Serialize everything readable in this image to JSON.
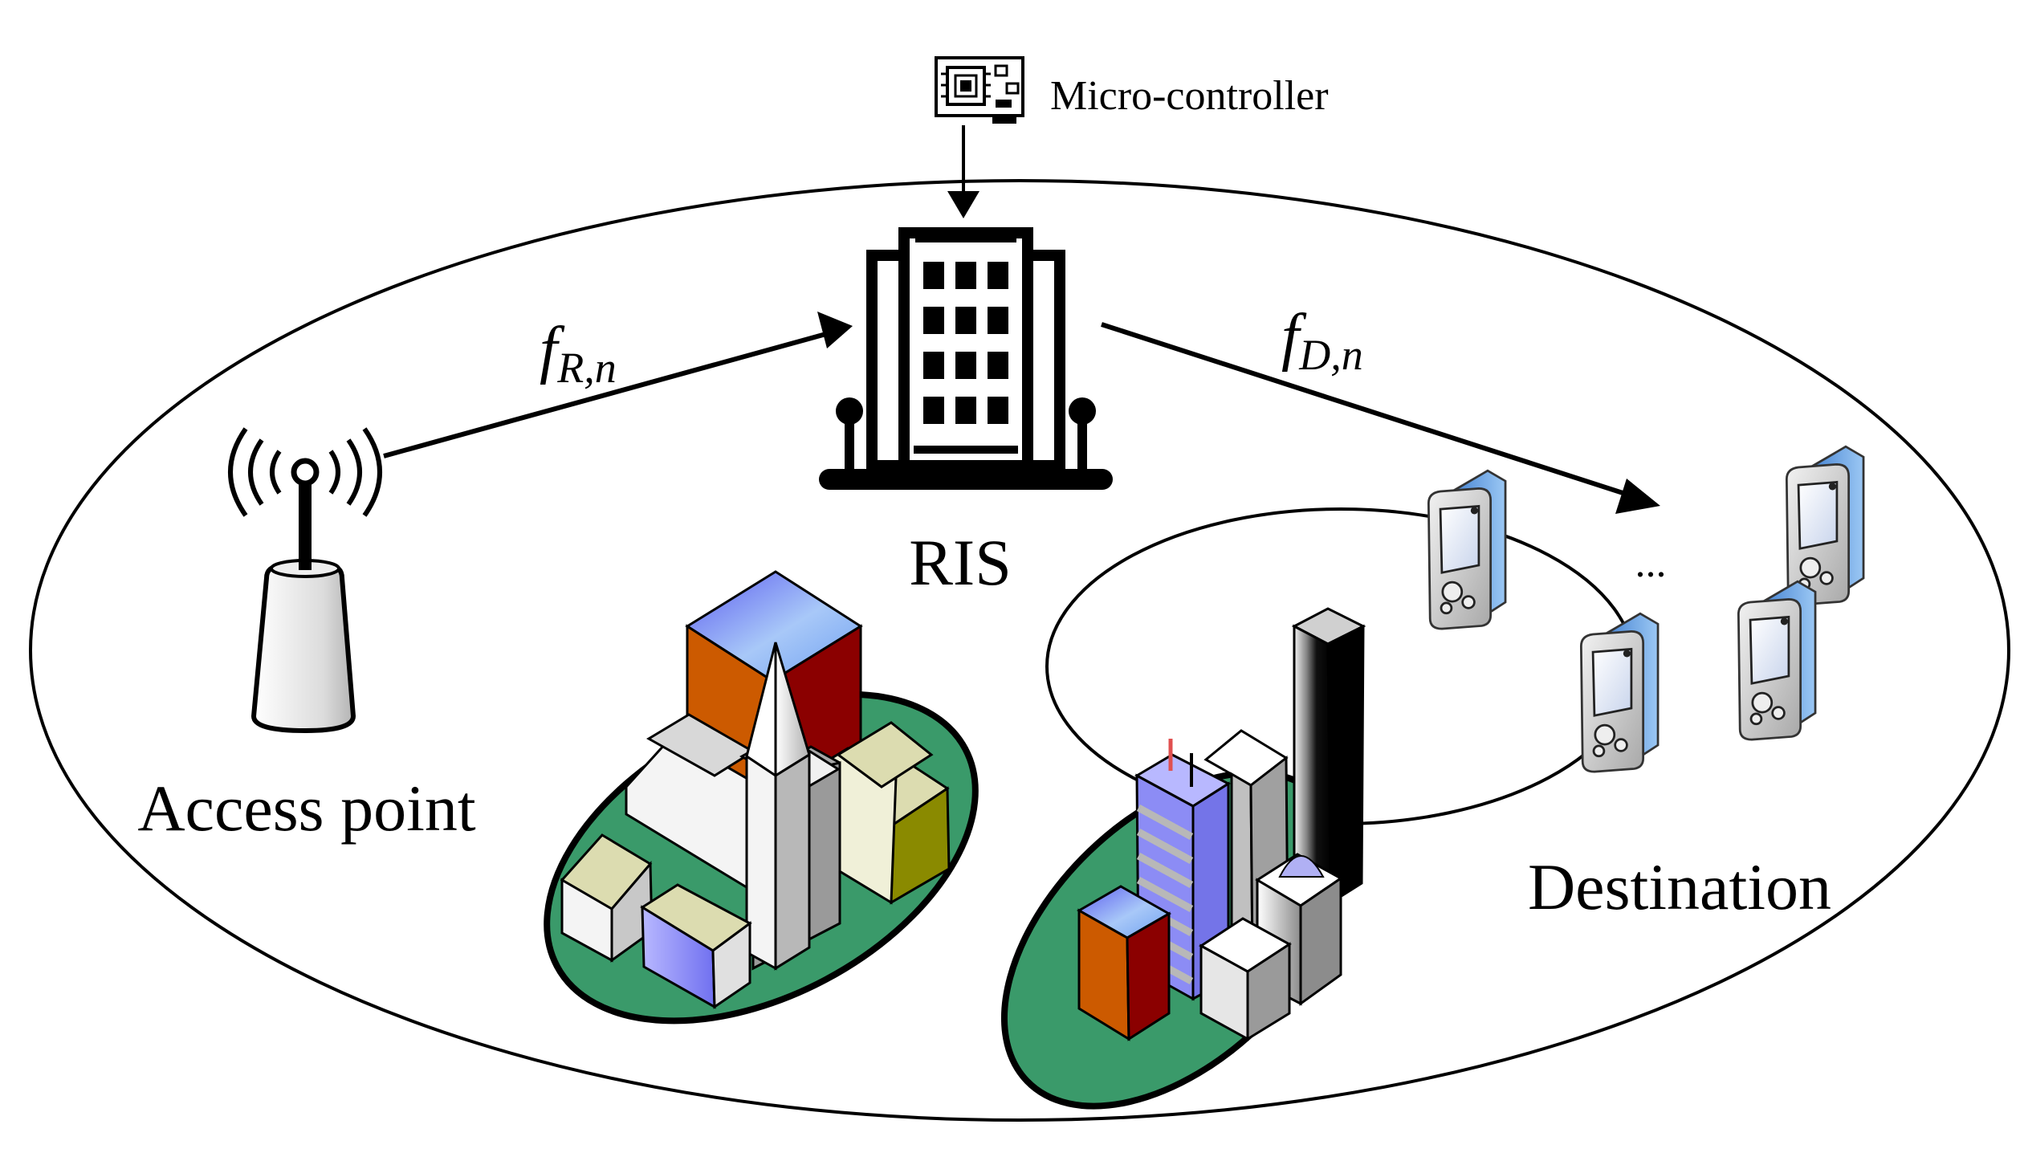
{
  "labels": {
    "micro_controller": "Micro-controller",
    "ris": "RIS",
    "access_point": "Access point",
    "destination": "Destination",
    "ellipsis": "..."
  },
  "links": {
    "ap_to_ris": {
      "symbol": "f",
      "subscript": "R,n"
    },
    "ris_to_dest": {
      "symbol": "f",
      "subscript": "D,n"
    }
  },
  "colors": {
    "green_base": "#3a9a6a",
    "orange": "#cc5a00",
    "dark_red": "#8b0000",
    "lavender": "#8c8cf5",
    "olive": "#8a8a00",
    "cream": "#dcdcb0",
    "device_blue": "#4a8ed8"
  },
  "icons": {
    "micro_controller": "chip-board-icon",
    "ris": "building-icon",
    "access_point": "antenna-icon",
    "destination": "mobile-device-icon"
  }
}
